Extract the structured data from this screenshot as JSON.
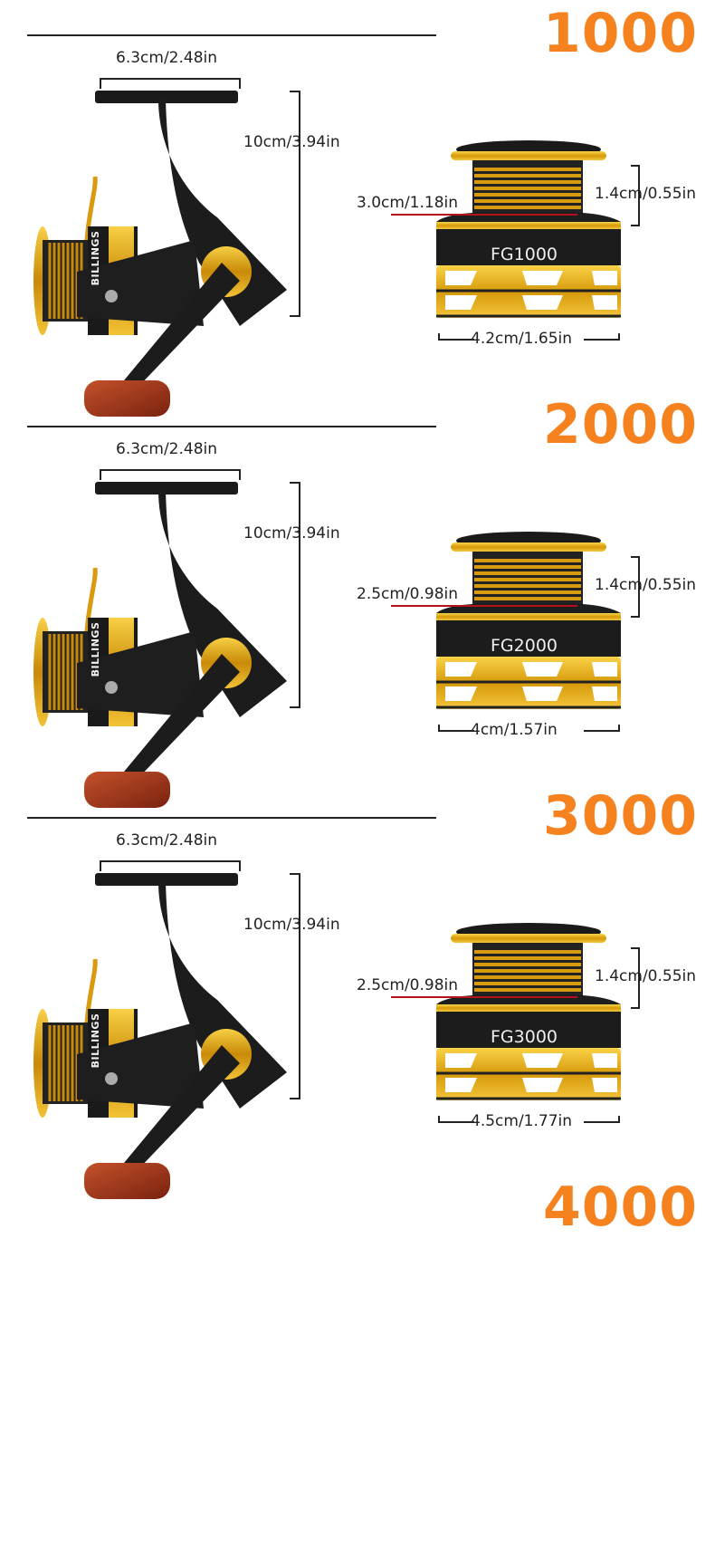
{
  "brand": "BILLINGS",
  "colors": {
    "accent": "#f5821f",
    "gold": "#e3a816",
    "marker": "#b3121f"
  },
  "sections": [
    {
      "title": "1000",
      "reel_width": "6.3cm/2.48in",
      "reel_height": "10cm/3.94in",
      "spool_model": "FG1000",
      "spool_diameter": "3.0cm/1.18in",
      "spool_height": "1.4cm/0.55in",
      "spool_width": "4.2cm/1.65in"
    },
    {
      "title": "2000",
      "reel_width": "6.3cm/2.48in",
      "reel_height": "10cm/3.94in",
      "spool_model": "FG2000",
      "spool_diameter": "2.5cm/0.98in",
      "spool_height": "1.4cm/0.55in",
      "spool_width": "4cm/1.57in"
    },
    {
      "title": "3000",
      "reel_width": "6.3cm/2.48in",
      "reel_height": "10cm/3.94in",
      "spool_model": "FG3000",
      "spool_diameter": "2.5cm/0.98in",
      "spool_height": "1.4cm/0.55in",
      "spool_width": "4.5cm/1.77in"
    },
    {
      "title": "4000"
    }
  ]
}
